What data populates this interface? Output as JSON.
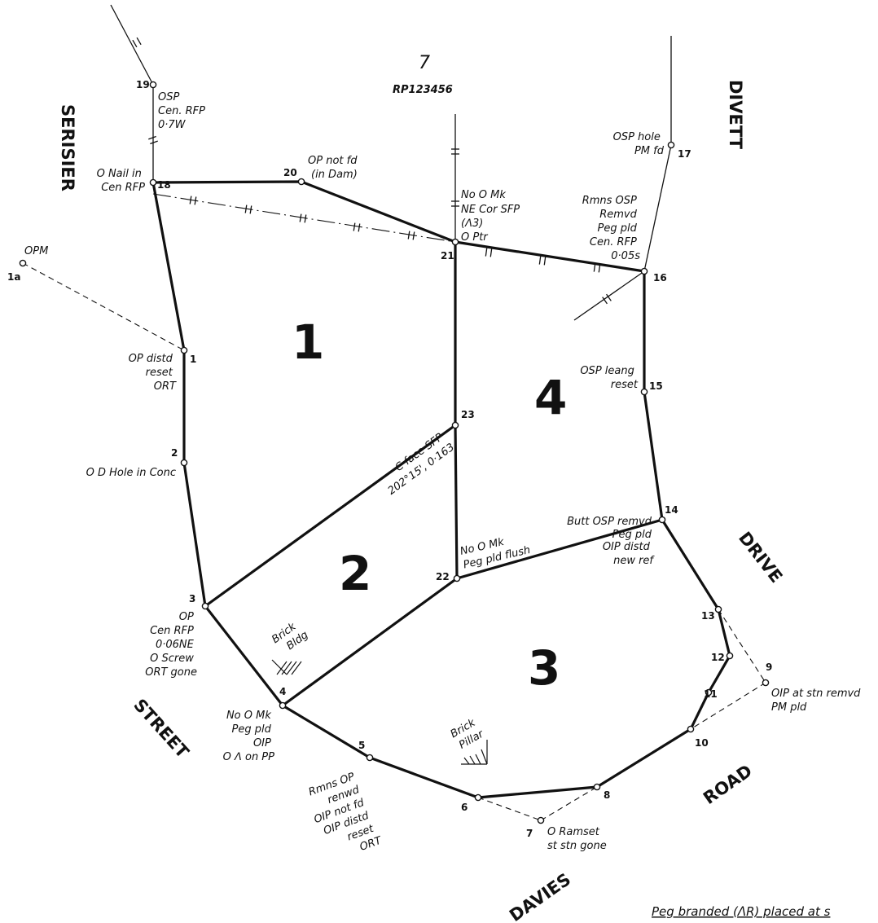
{
  "plan": {
    "lot_above": "7",
    "plan_ref": "RP123456",
    "lots": [
      "1",
      "2",
      "3",
      "4"
    ],
    "roads": [
      "SERISIER",
      "DIVETT",
      "STREET",
      "DRIVE",
      "ROAD",
      "DAVIES"
    ],
    "footnote": "Peg branded (ᐱR) placed at s"
  },
  "stations": {
    "s1": "1",
    "s1a": "1a",
    "s2": "2",
    "s3": "3",
    "s4": "4",
    "s5": "5",
    "s6": "6",
    "s7": "7",
    "s8": "8",
    "s9": "9",
    "s10": "10",
    "s11": "11",
    "s12": "12",
    "s13": "13",
    "s14": "14",
    "s15": "15",
    "s16": "16",
    "s17": "17",
    "s18": "18",
    "s19": "19",
    "s20": "20",
    "s21": "21",
    "s22": "22",
    "s23": "23"
  },
  "notes": {
    "n19": [
      "OSP",
      "Cen. RFP",
      "0·7W"
    ],
    "n18": [
      "O Nail in",
      "Cen RFP"
    ],
    "n20": [
      "OP not fd",
      "(in Dam)"
    ],
    "n21": [
      "No O Mk",
      "NE Cor SFP",
      "(ᐱ3)",
      "O Ptr"
    ],
    "n17": [
      "OSP hole",
      "PM fd"
    ],
    "n16": [
      "Rmns OSP",
      "Remvd",
      "Peg pld",
      "Cen. RFP",
      "0·05s"
    ],
    "n1a": [
      "OPM"
    ],
    "n1": [
      "OP distd",
      "reset",
      "ORT"
    ],
    "n2": [
      "O D Hole in Conc"
    ],
    "n15": [
      "OSP leang",
      "reset"
    ],
    "n23": [
      "C face SFP",
      "202°15', 0·163"
    ],
    "n14": [
      "Butt OSP remvd",
      "Peg pld",
      "OIP distd",
      "new ref"
    ],
    "n22": [
      "No O Mk",
      "Peg pld flush"
    ],
    "n3": [
      "OP",
      "Cen RFP",
      "0·06NE",
      "O Screw",
      "ORT gone"
    ],
    "brick_bldg": [
      "Brick",
      "Bldg"
    ],
    "n4": [
      "No O Mk",
      "Peg pld",
      "OIP",
      "O ᐱ on PP"
    ],
    "brick_pillar": [
      "Brick",
      "Pillar"
    ],
    "n9": [
      "OIP at stn remvd",
      "PM pld"
    ],
    "n5": [
      "Rmns OP",
      "renwd",
      "OIP not fd",
      "OIP distd",
      "reset",
      "ORT"
    ],
    "n7": [
      "O Ramset",
      "st stn gone"
    ]
  }
}
